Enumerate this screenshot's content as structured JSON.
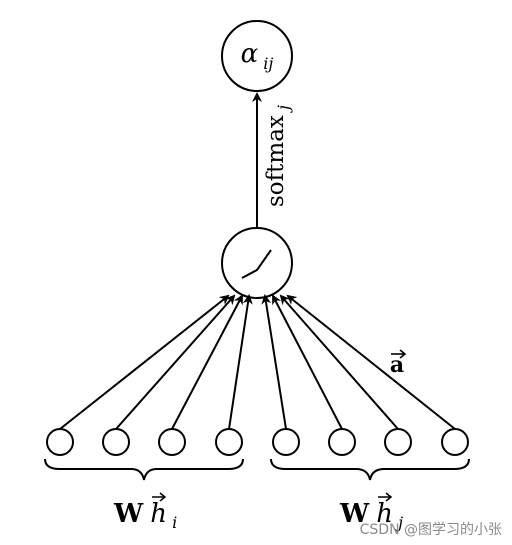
{
  "diagram": {
    "output_node": {
      "symbol": "α",
      "subscript": "ij"
    },
    "softmax": {
      "label": "softmax",
      "subscript": "j"
    },
    "weight_vector": {
      "label": "a"
    },
    "input_group_left": {
      "weight": "W",
      "vector": "h",
      "subscript": "i"
    },
    "input_group_right": {
      "weight": "W",
      "vector": "h",
      "subscript": "j"
    }
  },
  "watermark": {
    "text": "CSDN @图学习的小张"
  }
}
